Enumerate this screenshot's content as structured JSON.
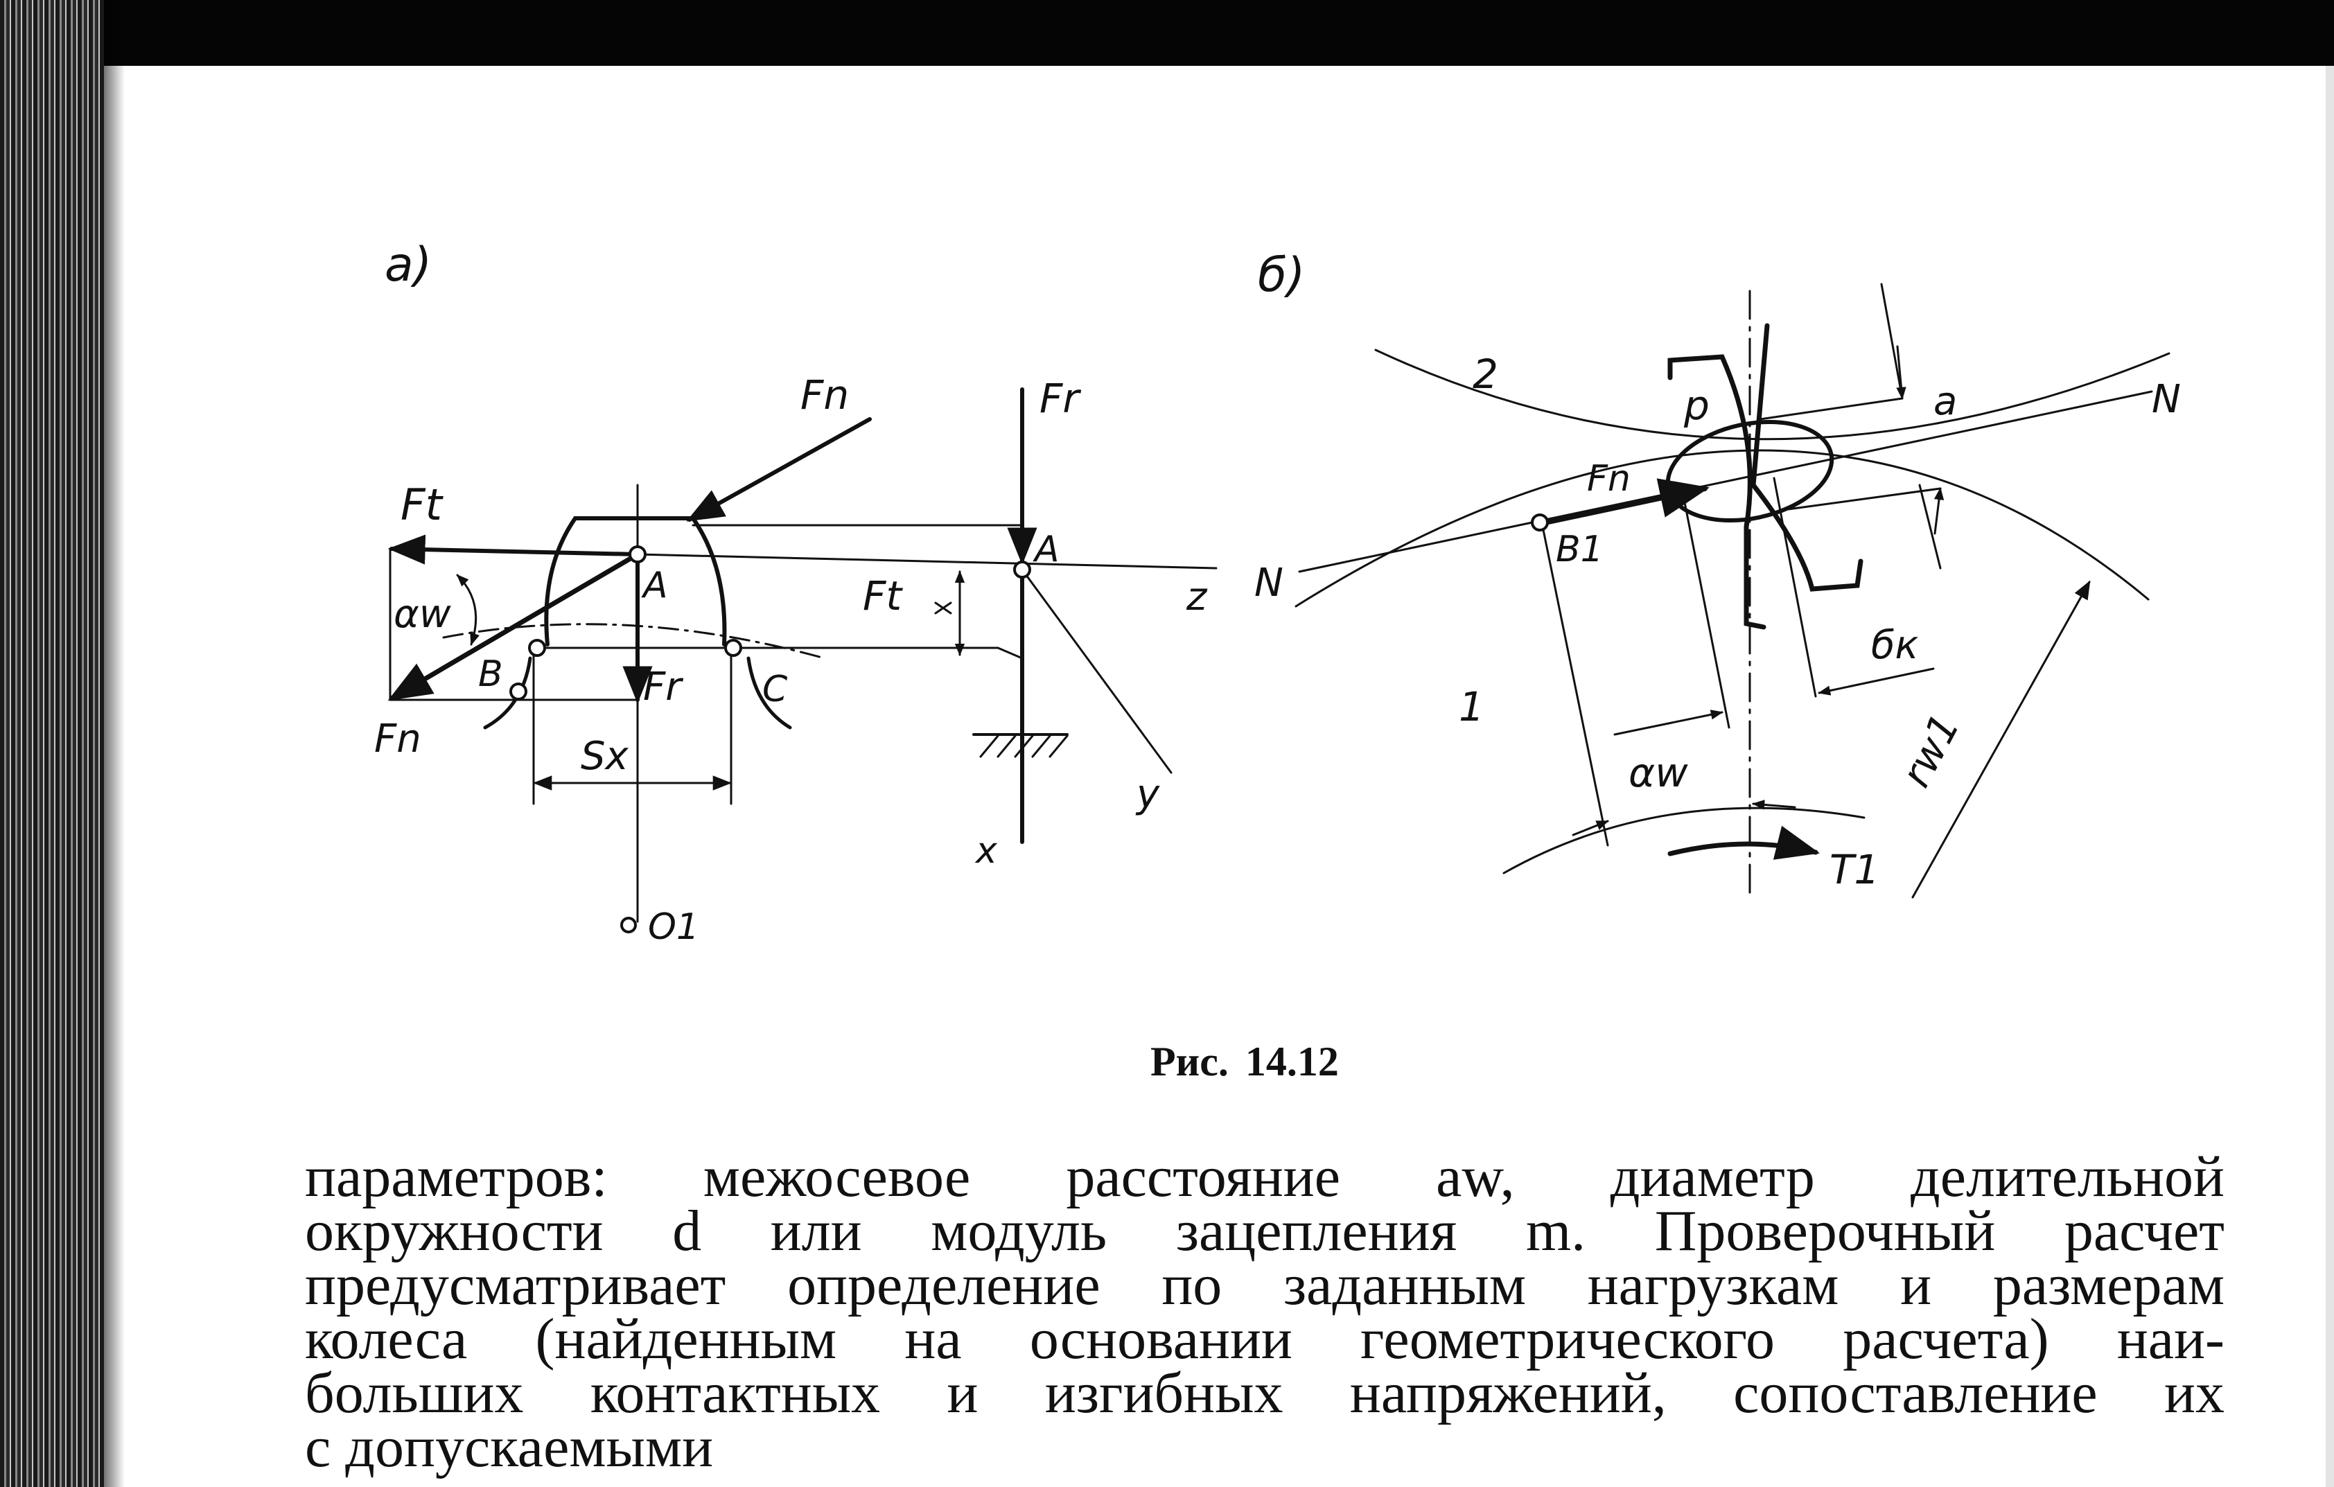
{
  "figure": {
    "panel_a": {
      "panel_label": "а)",
      "labels": {
        "fn_top": "Fn",
        "fr_top": "Fr",
        "ft_left": "Ft",
        "alpha_w": "αw",
        "point_a_mid": "A",
        "point_a_right": "A",
        "axis_z": "z",
        "ft_mid": "Ft",
        "point_b": "B",
        "point_c": "C",
        "fn_bottom": "Fn",
        "fr_bottom": "Fr",
        "s_x": "Sx",
        "axis_y": "y",
        "axis_x": "x",
        "center_o1": "O1"
      }
    },
    "panel_b": {
      "panel_label": "б)",
      "labels": {
        "wheel_2": "2",
        "point_p": "p",
        "dim_a": "a",
        "line_n_right": "N",
        "force_fn": "Fn",
        "line_n_left": "N",
        "point_b1": "B1",
        "wheel_1": "1",
        "sigma_k": "бк",
        "alpha_w": "αw",
        "r_w1": "rw1",
        "torque_t1": "T1"
      }
    }
  },
  "caption": {
    "prefix": "Рис.",
    "number": "14.12"
  },
  "body": {
    "lines": [
      "параметров: межосевое расстояние aw, диаметр делительной",
      "окружности d или модуль зацепления m. Проверочный расчет",
      "предусматривает определение по заданным нагрузкам и размерам",
      "колеса (найденным на основании геометрического расчета) наи-",
      "больших контактных и изгибных напряжений, сопоставление их",
      "с допускаемыми"
    ]
  }
}
